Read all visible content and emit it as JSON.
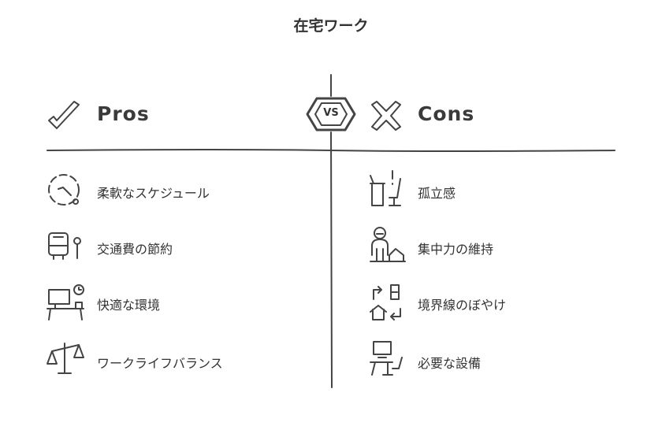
{
  "title": "在宅ワーク",
  "vs_label": "VS",
  "pros": {
    "heading": "Pros",
    "items": [
      {
        "label": "柔軟なスケジュール",
        "icon": "clock-icon"
      },
      {
        "label": "交通費の節約",
        "icon": "bus-icon"
      },
      {
        "label": "快適な環境",
        "icon": "home-desk-icon"
      },
      {
        "label": "ワークライフバランス",
        "icon": "balance-scale-icon"
      }
    ]
  },
  "cons": {
    "heading": "Cons",
    "items": [
      {
        "label": "孤立感",
        "icon": "empty-desk-icon"
      },
      {
        "label": "集中力の維持",
        "icon": "person-home-icon"
      },
      {
        "label": "境界線のぼやけ",
        "icon": "home-office-arrows-icon"
      },
      {
        "label": "必要な設備",
        "icon": "computer-chair-icon"
      }
    ]
  }
}
